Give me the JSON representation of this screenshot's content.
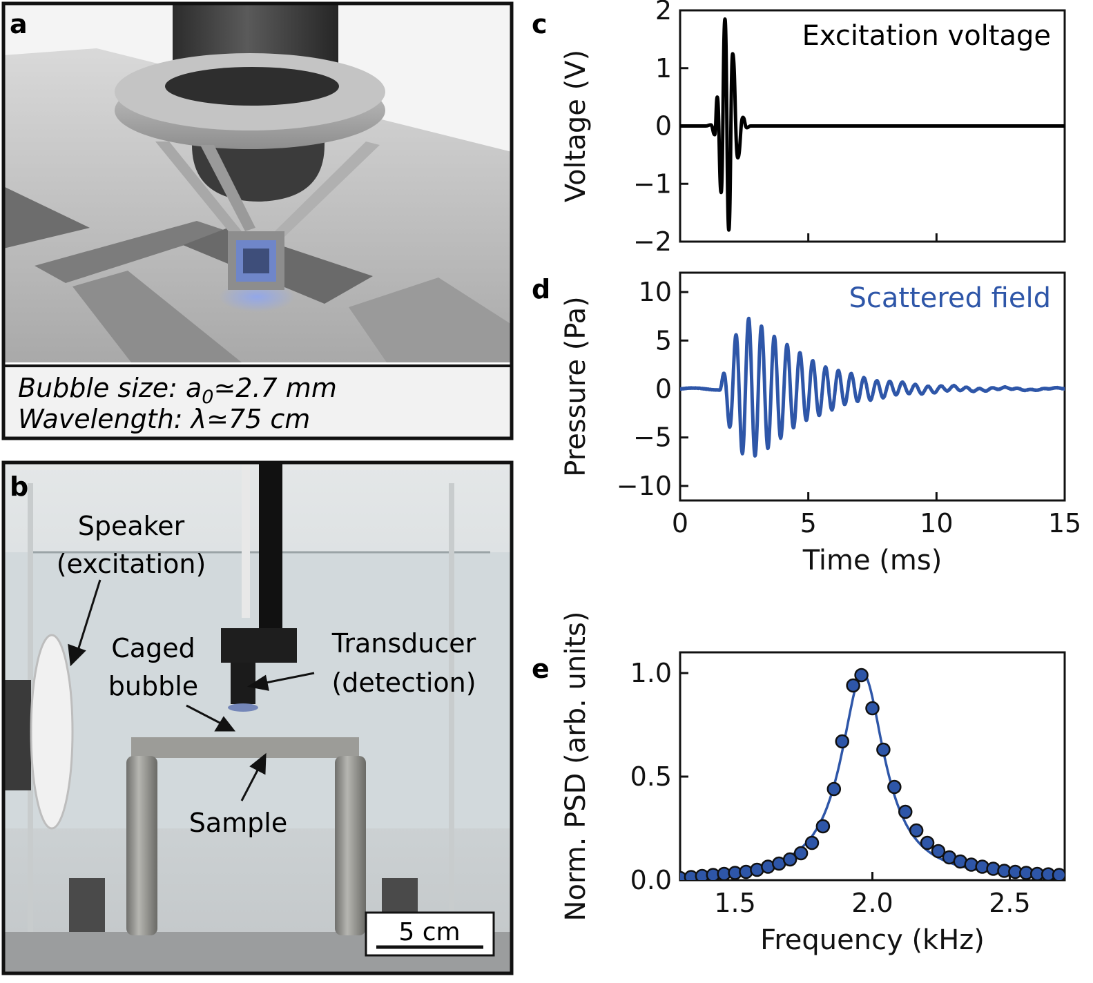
{
  "panel_a": {
    "letter": "a",
    "caption_line1_prefix": "Bubble size: a",
    "caption_line1_sub": "0",
    "caption_line1_suffix": "≃2.7 mm",
    "caption_line2": "Wavelength: λ≃75 cm"
  },
  "panel_b": {
    "letter": "b",
    "labels": {
      "speaker_1": "Speaker",
      "speaker_2": "(excitation)",
      "caged_1": "Caged",
      "caged_2": "bubble",
      "transducer_1": "Transducer",
      "transducer_2": "(detection)",
      "sample": "Sample"
    },
    "scale_bar": "5 cm"
  },
  "chart_data": [
    {
      "panel": "c",
      "type": "line",
      "legend_text": "Excitation voltage",
      "xlabel": "",
      "ylabel": "Voltage (V)",
      "xlim": [
        0,
        15
      ],
      "ylim": [
        -2,
        2
      ],
      "xticks": [
        0,
        5,
        10,
        15
      ],
      "xtick_labels_visible": false,
      "yticks": [
        -2,
        -1,
        0,
        1,
        2
      ],
      "ytick_labels": [
        "−2",
        "−1",
        "0",
        "1",
        "2"
      ],
      "color": "#000000",
      "series": [
        {
          "x": [
            0,
            1.0,
            1.2,
            1.35,
            1.45,
            1.6,
            1.75,
            1.9,
            2.05,
            2.25,
            2.45,
            2.6,
            2.75,
            2.95,
            3.1,
            3.25,
            3.4,
            3.6,
            15
          ],
          "values": [
            0,
            0,
            0.02,
            -0.15,
            0.5,
            -1.15,
            1.85,
            -1.8,
            1.25,
            -0.55,
            0.15,
            -0.03,
            0,
            0,
            0,
            0,
            0,
            0,
            0
          ]
        }
      ]
    },
    {
      "panel": "d",
      "type": "line",
      "legend_text": "Scattered field",
      "xlabel": "Time (ms)",
      "ylabel": "Pressure (Pa)",
      "xlim": [
        0,
        15
      ],
      "ylim": [
        -11.5,
        12
      ],
      "xticks": [
        0,
        5,
        10,
        15
      ],
      "xtick_labels": [
        "0",
        "5",
        "10",
        "15"
      ],
      "yticks": [
        -10,
        -5,
        0,
        5,
        10
      ],
      "ytick_labels": [
        "−10",
        "−5",
        "0",
        "5",
        "10"
      ],
      "color": "#2e56a8",
      "damped_sine": {
        "t_start": 1.55,
        "freq_khz": 2.0,
        "amplitude": 9.8,
        "rise_ms": 0.75,
        "decay_ms": 2.2,
        "noise": 0.2
      }
    },
    {
      "panel": "e",
      "type": "scatter",
      "legend_text": "",
      "xlabel": "Frequency (kHz)",
      "ylabel": "Norm. PSD (arb. units)",
      "xlim": [
        1.3,
        2.7
      ],
      "ylim": [
        0,
        1.1
      ],
      "xticks": [
        1.5,
        2.0,
        2.5
      ],
      "xtick_labels": [
        "1.5",
        "2.0",
        "2.5"
      ],
      "yticks": [
        0,
        0.5,
        1.0
      ],
      "ytick_labels": [
        "0.0",
        "0.5",
        "1.0"
      ],
      "color": "#2e56a8",
      "points": {
        "x": [
          1.3,
          1.34,
          1.38,
          1.42,
          1.46,
          1.5,
          1.54,
          1.58,
          1.62,
          1.66,
          1.7,
          1.74,
          1.78,
          1.82,
          1.86,
          1.89,
          1.93,
          1.96,
          2.0,
          2.04,
          2.08,
          2.12,
          2.16,
          2.2,
          2.24,
          2.28,
          2.32,
          2.36,
          2.4,
          2.44,
          2.48,
          2.52,
          2.56,
          2.6,
          2.64,
          2.68
        ],
        "y": [
          0.01,
          0.015,
          0.02,
          0.025,
          0.03,
          0.035,
          0.04,
          0.05,
          0.065,
          0.08,
          0.1,
          0.13,
          0.18,
          0.26,
          0.44,
          0.67,
          0.94,
          0.99,
          0.83,
          0.63,
          0.45,
          0.33,
          0.24,
          0.18,
          0.14,
          0.11,
          0.09,
          0.075,
          0.065,
          0.055,
          0.045,
          0.04,
          0.035,
          0.03,
          0.028,
          0.025
        ]
      },
      "fit": {
        "f0": 1.965,
        "gamma": 0.096
      }
    }
  ]
}
